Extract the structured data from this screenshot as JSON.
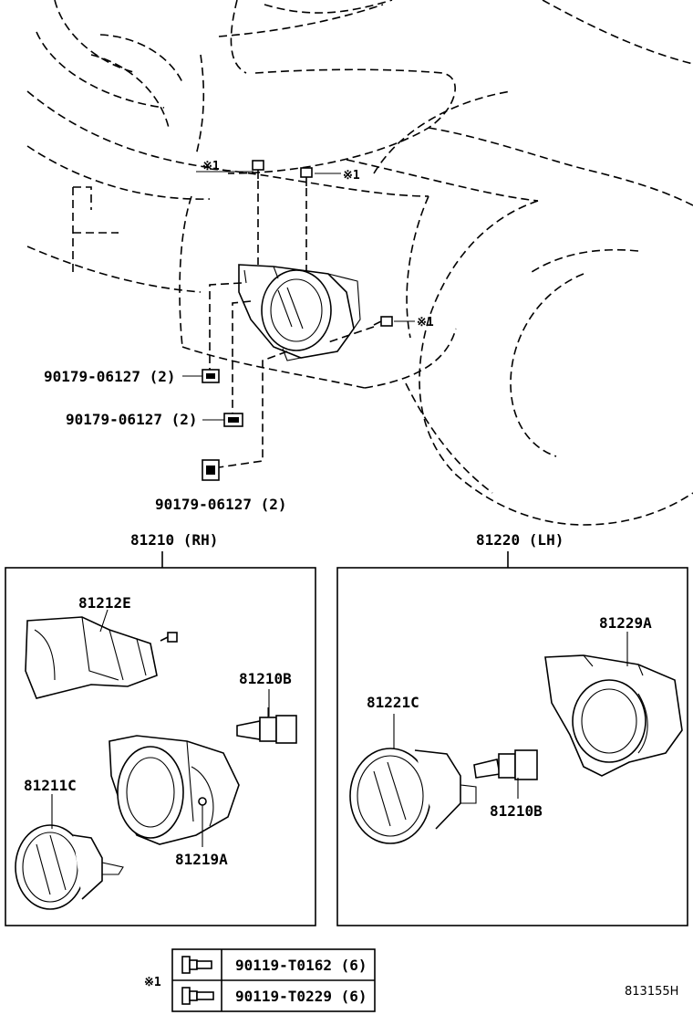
{
  "labels": {
    "nut_a": "90179-06127 (2)",
    "nut_b": "90179-06127 (2)",
    "nut_c": "90179-06127 (2)",
    "ref_top_left": "※1",
    "ref_top_right": "※1",
    "ref_right": "※1",
    "assembly_rh": "81210 (RH)",
    "assembly_lh": "81220 (LH)",
    "rh_cover": "81212E",
    "rh_bulb": "81210B",
    "rh_lens": "81211C",
    "rh_housing": "81219A",
    "lh_housing": "81229A",
    "lh_lens": "81221C",
    "lh_bulb": "81210B"
  },
  "screw_table": {
    "marker": "※1",
    "rows": [
      {
        "part": "90119-T0162 (6)"
      },
      {
        "part": "90119-T0229 (6)"
      }
    ]
  },
  "diagram_code": "813155H"
}
